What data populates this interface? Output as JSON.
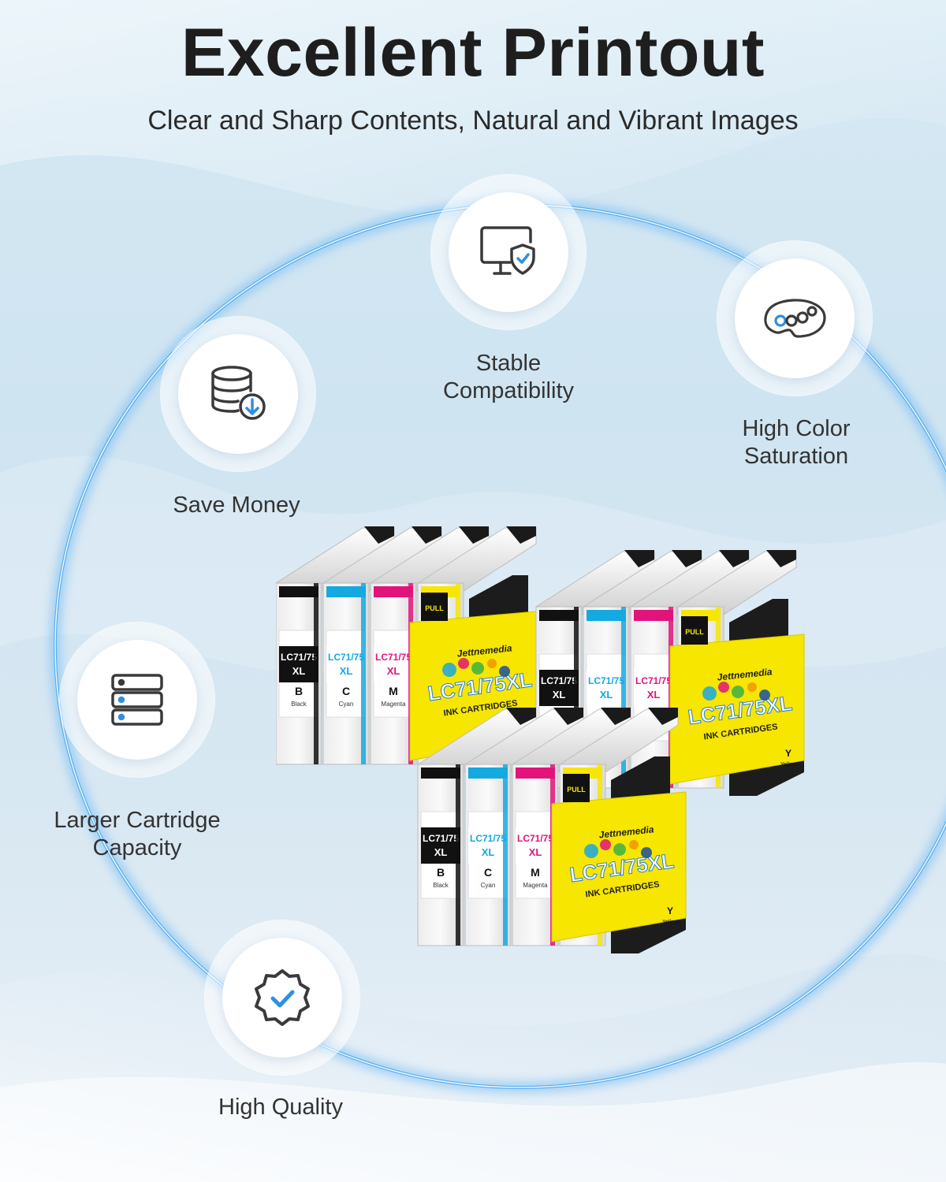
{
  "header": {
    "title": "Excellent Printout",
    "subtitle": "Clear and Sharp Contents, Natural and Vibrant Images"
  },
  "features": [
    {
      "id": "stable",
      "icon": "monitor-shield-icon",
      "label_lines": [
        "Stable",
        "Compatibility"
      ]
    },
    {
      "id": "color",
      "icon": "palette-icon",
      "label_lines": [
        "High Color",
        "Saturation"
      ]
    },
    {
      "id": "money",
      "icon": "database-download-icon",
      "label_lines": [
        "Save Money"
      ]
    },
    {
      "id": "capacity",
      "icon": "server-stack-icon",
      "label_lines": [
        "Larger Cartridge",
        "Capacity"
      ]
    },
    {
      "id": "quality",
      "icon": "verified-badge-icon",
      "label_lines": [
        "High Quality"
      ]
    }
  ],
  "product": {
    "brand": "Jettnemedia",
    "model": "LC71/75XL",
    "cartridge_label_model": "LC71/75",
    "cartridge_label_size": "XL",
    "package_text": "INK CARTRIDGES",
    "pull_text": "PULL",
    "cartridges": [
      {
        "letter": "B",
        "name": "Black",
        "color": "#111111"
      },
      {
        "letter": "C",
        "name": "Cyan",
        "color": "#14a9e0"
      },
      {
        "letter": "M",
        "name": "Magenta",
        "color": "#e2137b"
      },
      {
        "letter": "Y",
        "name": "Yellow",
        "color": "#f6e600"
      }
    ]
  },
  "colors": {
    "accent": "#2f8fe0",
    "icon_stroke": "#3a3a3a",
    "ring": "#5aaef0"
  }
}
